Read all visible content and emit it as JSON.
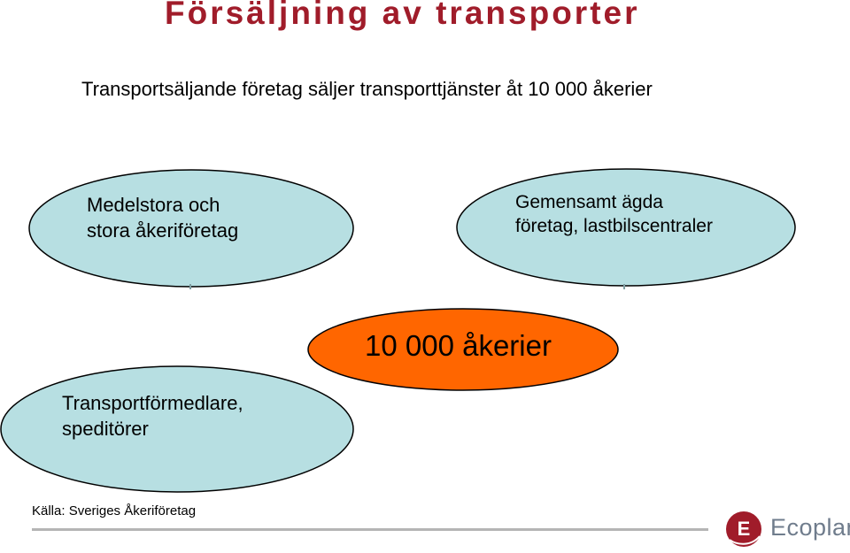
{
  "title": "Försäljning av transporter",
  "subtitle": "Transportsäljande företag säljer transporttjänster åt 10 000 åkerier",
  "nodes": {
    "medium_large": {
      "lines": [
        "Medelstora och",
        "stora åkeriföretag"
      ]
    },
    "joint_owned": {
      "lines": [
        "Gemensamt ägda",
        "företag, lastbilscentraler"
      ]
    },
    "hauliers": {
      "label": "10 000 åkerier"
    },
    "forwarders": {
      "lines": [
        "Transportförmedlare,",
        "speditörer"
      ]
    }
  },
  "source": "Källa: Sveriges Åkeriföretag",
  "logo": {
    "wordmark": "Ecoplan",
    "mark": "E"
  },
  "colors": {
    "title": "#a01c2a",
    "node_fill": "#b7dfe2",
    "node_fill_center": "#ff6600",
    "node_stroke": "#000000",
    "logo_mark": "#a01c2a",
    "logo_word": "#6f7c8c"
  }
}
